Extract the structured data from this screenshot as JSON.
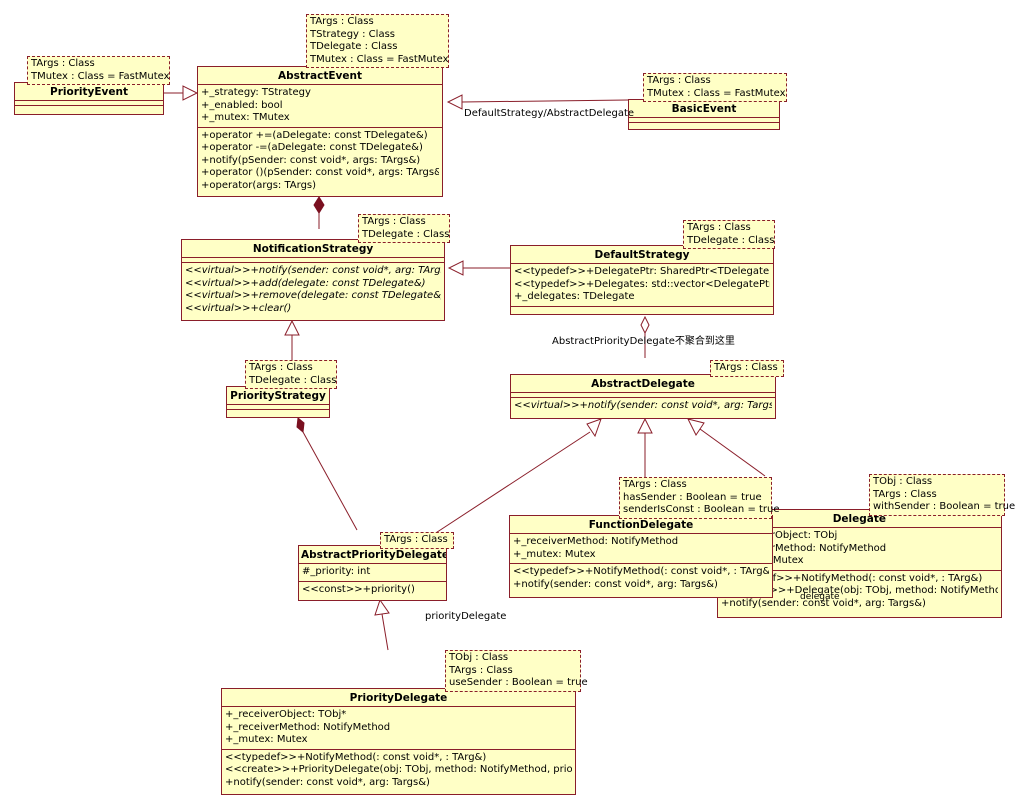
{
  "classes": {
    "priority_event": {
      "name": "PriorityEvent",
      "template": [
        "TArgs : Class",
        "TMutex : Class = FastMutex"
      ],
      "attributes": [],
      "operations": []
    },
    "abstract_event": {
      "name": "AbstractEvent",
      "template": [
        "TArgs : Class",
        "TStrategy : Class",
        "TDelegate : Class",
        "TMutex : Class = FastMutex"
      ],
      "attributes": [
        "+_strategy: TStrategy",
        "+_enabled: bool",
        "+_mutex: TMutex"
      ],
      "operations": [
        "+operator +=(aDelegate: const TDelegate&)",
        "+operator -=(aDelegate: const TDelegate&)",
        "+notify(pSender: const void*, args: TArgs&)",
        "+operator ()(pSender: const void*, args: TArgs&)",
        "+operator(args: TArgs)"
      ]
    },
    "basic_event": {
      "name": "BasicEvent",
      "template": [
        "TArgs : Class",
        "TMutex : Class = FastMutex"
      ],
      "attributes": [],
      "operations": []
    },
    "notification_strategy": {
      "name": "NotificationStrategy",
      "template": [
        "TArgs : Class",
        "TDelegate : Class"
      ],
      "attributes": [],
      "operations": [
        "<<virtual>>+notify(sender: const void*, arg: TArgs)",
        "<<virtual>>+add(delegate: const TDelegate&)",
        "<<virtual>>+remove(delegate: const TDelegate&)",
        "<<virtual>>+clear()"
      ]
    },
    "default_strategy": {
      "name": "DefaultStrategy",
      "template": [
        "TArgs : Class",
        "TDelegate : Class"
      ],
      "attributes": [
        "<<typedef>>+DelegatePtr: SharedPtr<TDelegate>",
        "<<typedef>>+Delegates: std::vector<DelegatePtr>",
        "+_delegates: TDelegate"
      ],
      "operations": []
    },
    "priority_strategy": {
      "name": "PriorityStrategy",
      "template": [
        "TArgs : Class",
        "TDelegate : Class"
      ],
      "attributes": [],
      "operations": []
    },
    "abstract_delegate": {
      "name": "AbstractDelegate",
      "template": [
        "TArgs : Class"
      ],
      "attributes": [],
      "operations": [
        "<<virtual>>+notify(sender: const void*, arg: Targs&)"
      ]
    },
    "function_delegate": {
      "name": "FunctionDelegate",
      "template": [
        "TArgs : Class",
        "hasSender : Boolean = true",
        "senderIsConst : Boolean = true"
      ],
      "attributes": [
        "+_receiverMethod: NotifyMethod",
        "+_mutex: Mutex"
      ],
      "operations": [
        "<<typedef>>+NotifyMethod(: const void*, : TArg&)",
        "+notify(sender: const void*, arg: Targs&)"
      ]
    },
    "delegate": {
      "name": "Delegate",
      "template": [
        "TObj : Class",
        "TArgs : Class",
        "withSender : Boolean = true"
      ],
      "attributes": [
        "+_receiverObject: TObj",
        "+_receiverMethod: NotifyMethod",
        "+_mutex: Mutex"
      ],
      "operations": [
        "<<typedef>>+NotifyMethod(: const void*, : TArg&)",
        "<<create>>+Delegate(obj: TObj, method: NotifyMethod)",
        "+notify(sender: const void*, arg: Targs&)"
      ]
    },
    "abstract_priority_delegate": {
      "name": "AbstractPriorityDelegate",
      "template": [
        "TArgs : Class"
      ],
      "attributes": [
        "#_priority: int"
      ],
      "operations": [
        "<<const>>+priority()"
      ]
    },
    "priority_delegate": {
      "name": "PriorityDelegate",
      "template": [
        "TObj : Class",
        "TArgs : Class",
        "useSender : Boolean = true"
      ],
      "attributes": [
        "+_receiverObject: TObj*",
        "+_receiverMethod: NotifyMethod",
        "+_mutex: Mutex"
      ],
      "operations": [
        "<<typedef>>+NotifyMethod(: const void*, : TArg&)",
        "<<create>>+PriorityDelegate(obj: TObj, method: NotifyMethod, prio: int)",
        "+notify(sender: const void*, arg: Targs&)"
      ]
    }
  },
  "edge_labels": {
    "basic_event_binding": "DefaultStrategy/AbstractDelegate",
    "default_strategy_note": "AbstractPriorityDelegate不聚合到这里",
    "priority_delegate_label": "priorityDelegate",
    "delegate_overlap_label": "delegate"
  },
  "colors": {
    "class_fill": "#ffffc6",
    "border": "#8a1e2a",
    "line": "#8a1e2a"
  }
}
